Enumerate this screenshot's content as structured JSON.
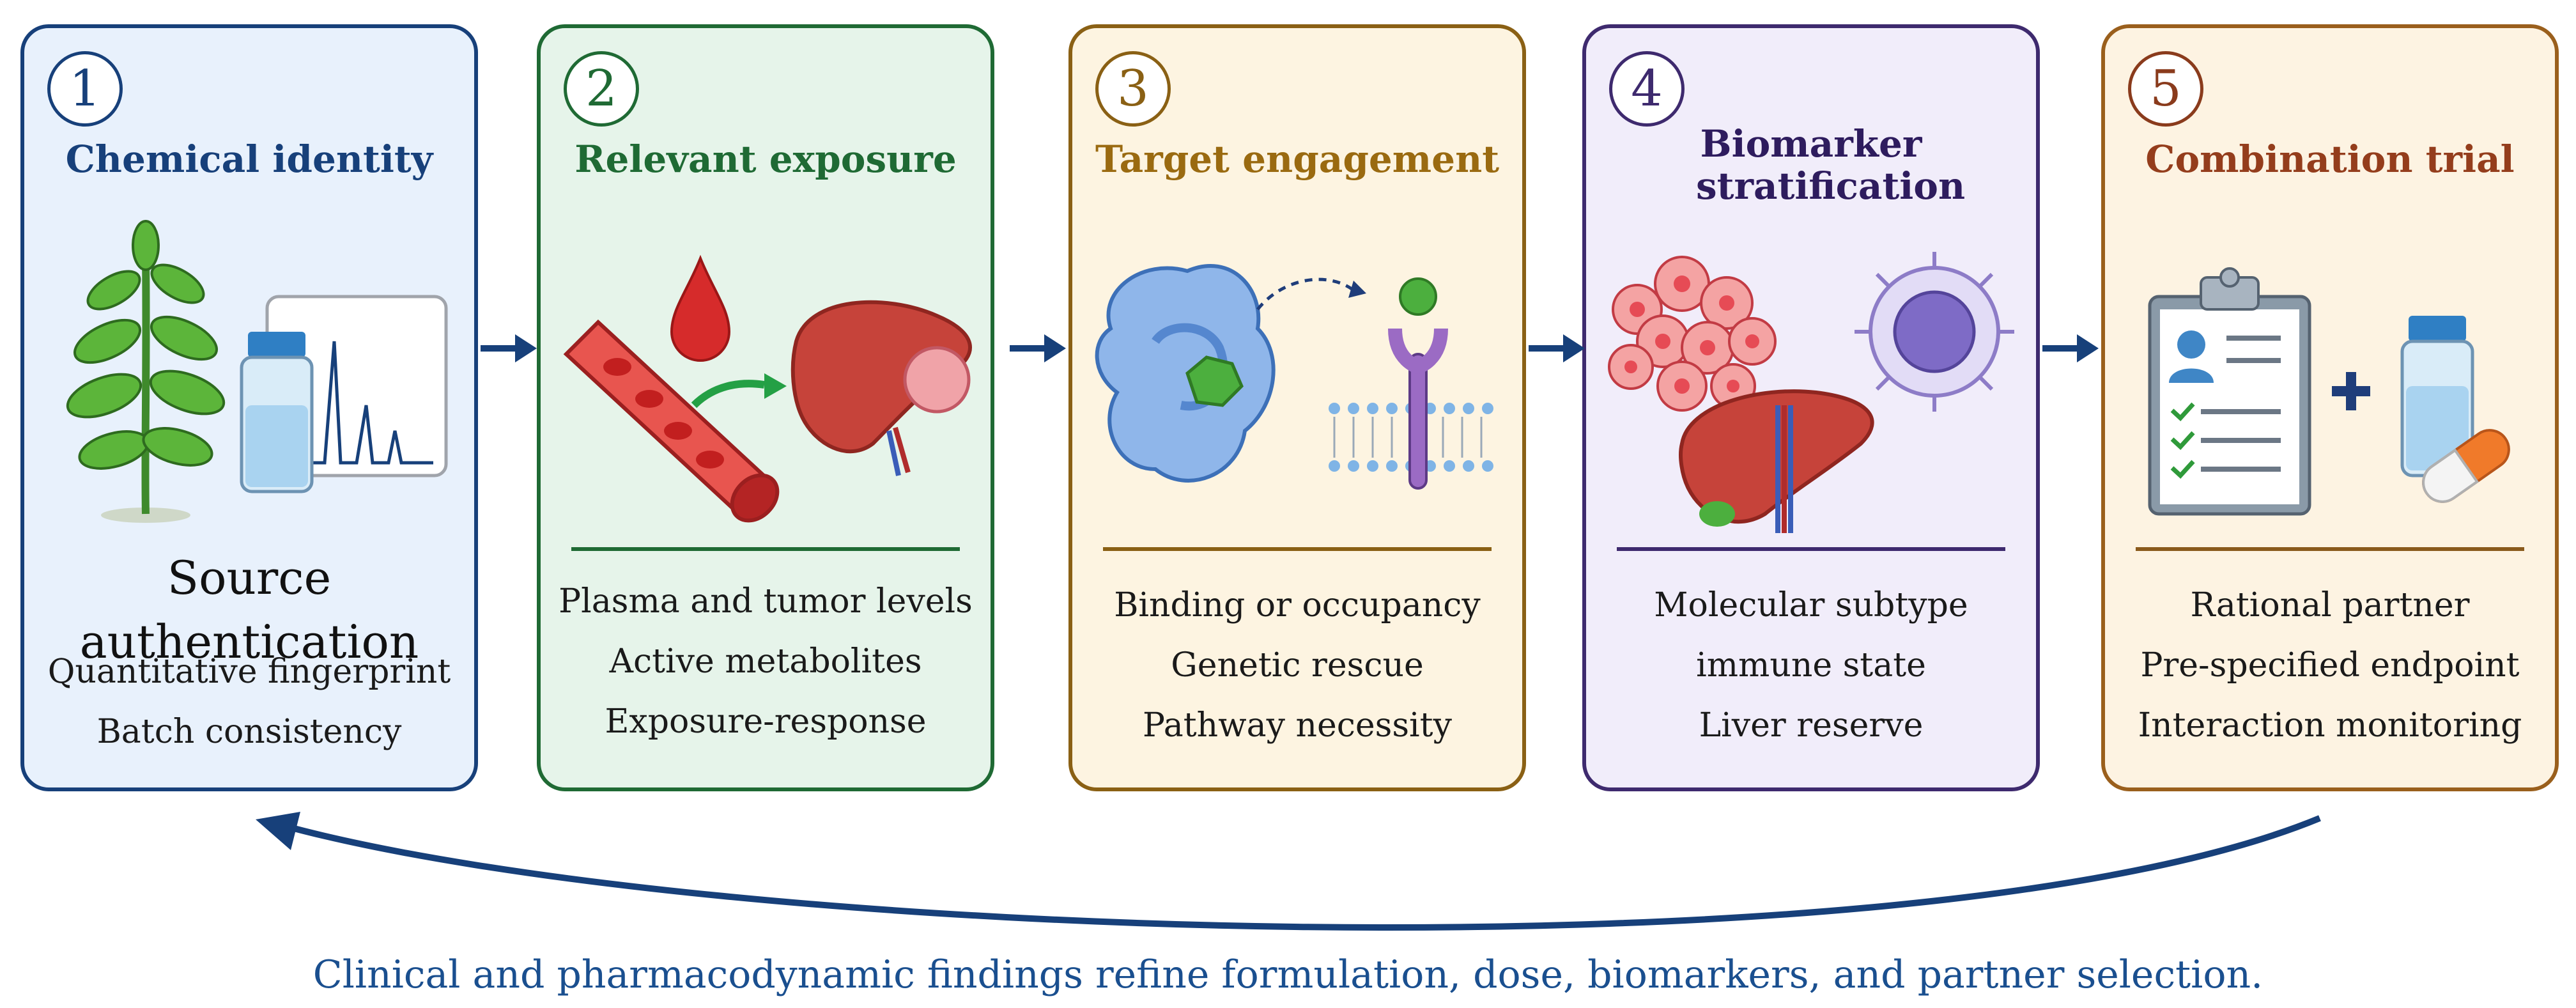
{
  "panels": [
    {
      "number": "1",
      "title": "Chemical identity",
      "heading": "Source authentication",
      "lines": [
        "Quantitative fingerprint",
        "Batch consistency"
      ],
      "icons": [
        "plant-icon",
        "vial-icon",
        "chromatogram-icon"
      ]
    },
    {
      "number": "2",
      "title": "Relevant exposure",
      "lines": [
        "Plasma and tumor levels",
        "Active metabolites",
        "Exposure-response"
      ],
      "icons": [
        "blood-drop-icon",
        "blood-vessel-icon",
        "liver-tumor-icon"
      ]
    },
    {
      "number": "3",
      "title": "Target engagement",
      "lines": [
        "Binding or occupancy",
        "Genetic rescue",
        "Pathway necessity"
      ],
      "icons": [
        "protein-icon",
        "membrane-receptor-icon"
      ]
    },
    {
      "number": "4",
      "title": "Biomarker stratification",
      "lines": [
        "Molecular subtype",
        "immune state",
        "Liver reserve"
      ],
      "icons": [
        "tumor-cells-icon",
        "immune-cell-icon",
        "liver-icon"
      ]
    },
    {
      "number": "5",
      "title": "Combination trial",
      "lines": [
        "Rational partner",
        "Pre-specified endpoint",
        "Interaction monitoring"
      ],
      "icons": [
        "clipboard-icon",
        "plus-icon",
        "vial-icon",
        "capsule-icon"
      ]
    }
  ],
  "caption": "Clinical and pharmacodynamic findings refine formulation, dose, biomarkers, and partner selection.",
  "colors": {
    "blue": "#17407a",
    "green": "#1f6a34",
    "gold": "#8a6014",
    "purple": "#3e2a6e",
    "brown": "#9a5f1c",
    "arrow": "#17407a"
  }
}
